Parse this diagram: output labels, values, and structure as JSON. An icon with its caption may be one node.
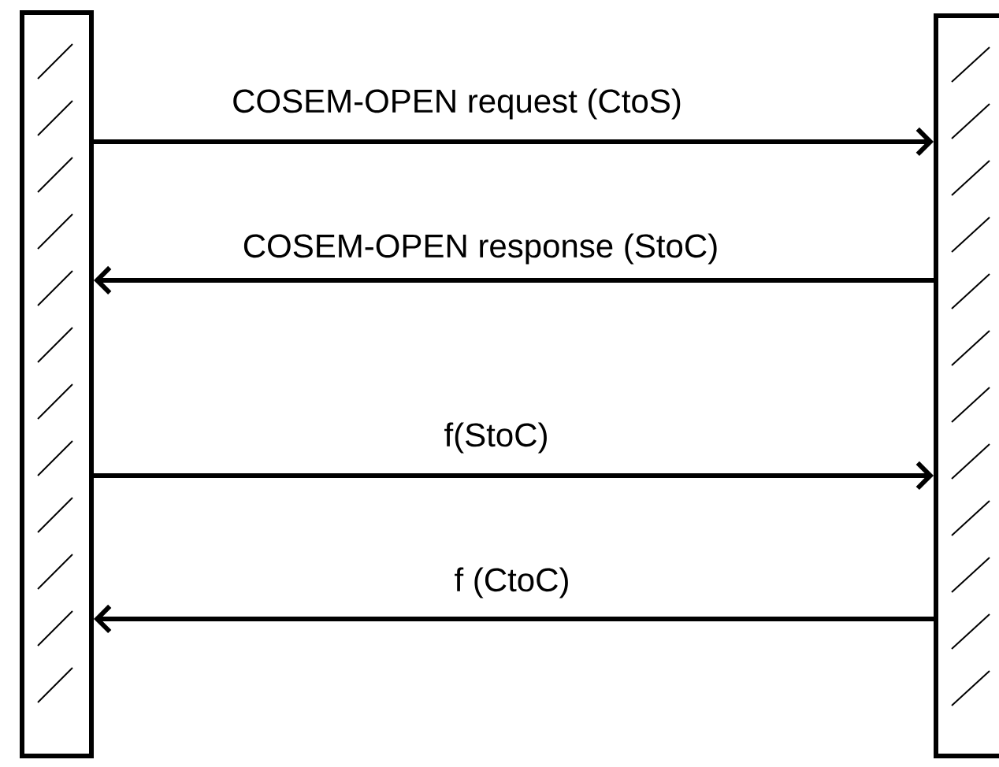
{
  "diagram": {
    "nodes": [
      {
        "text": [],
        "shape": "bar"
      },
      {
        "text": [],
        "shape": "bar"
      }
    ],
    "edges": [
      {
        "from": 0,
        "to": 1,
        "arrow": "to",
        "label": "COSEM-OPEN request (CtoS)"
      },
      {
        "from": 1,
        "to": 0,
        "arrow": "to",
        "label": "COSEM-OPEN response (StoC)"
      },
      {
        "from": 0,
        "to": 1,
        "arrow": "to",
        "label": "f(StoC)"
      },
      {
        "from": 1,
        "to": 0,
        "arrow": "to",
        "label": "f (CtoC)"
      }
    ]
  }
}
